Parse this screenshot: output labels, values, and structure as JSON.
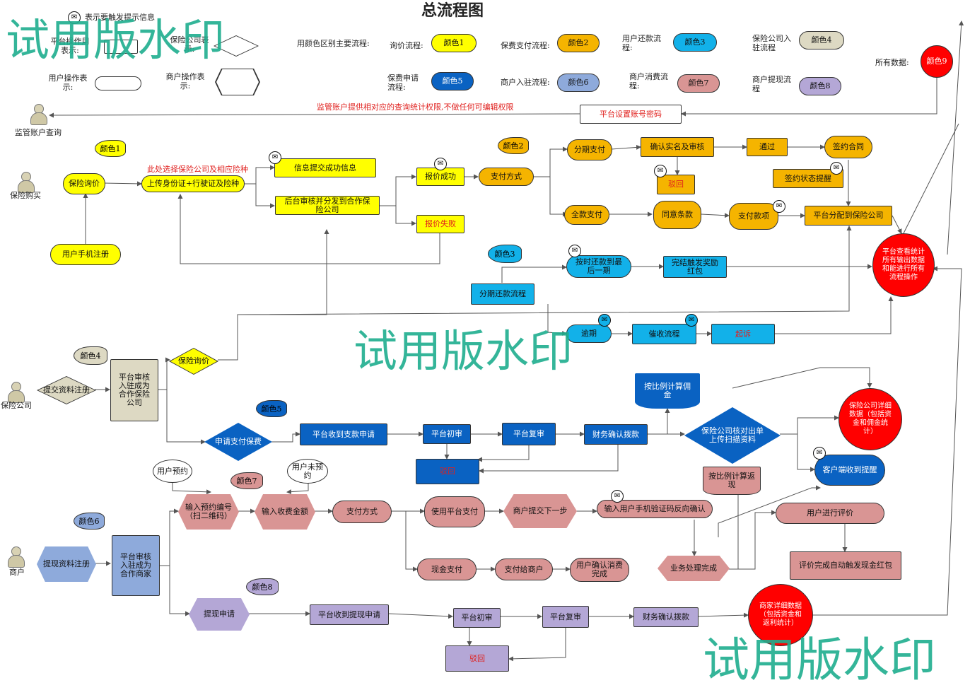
{
  "title": "总流程图",
  "watermark": "试用版水印",
  "legend": {
    "mail_note": "表示要触发提示信息",
    "platform_op": "平台操作用\n表示:",
    "insurer_op": "保险公司表\n示:",
    "user_op": "用户操作表\n示:",
    "merchant_op": "商户操作表\n示:",
    "color_intro": "用颜色区别主要流程:",
    "flows": [
      {
        "label": "询价流程:",
        "tag": "颜色1",
        "color": "#ffff00"
      },
      {
        "label": "保费支付流程:",
        "tag": "颜色2",
        "color": "#f5b400"
      },
      {
        "label": "用户还款流\n程:",
        "tag": "颜色3",
        "color": "#12b1e9"
      },
      {
        "label": "保险公司入\n驻流程",
        "tag": "颜色4",
        "color": "#ddd9c3"
      },
      {
        "label": "保费申请\n流程:",
        "tag": "颜色5",
        "color": "#0a62c2"
      },
      {
        "label": "商户入驻流程:",
        "tag": "颜色6",
        "color": "#8eaadb"
      },
      {
        "label": "商户消费流\n程:",
        "tag": "颜色7",
        "color": "#d99594"
      },
      {
        "label": "商户提现流\n程",
        "tag": "颜色8",
        "color": "#b4a7d6"
      }
    ],
    "all_data_label": "所有数据:",
    "all_data_tag": "颜色9",
    "all_data_color": "#ff0000"
  },
  "actors": {
    "supervisor": "监管账户查询",
    "insurance_buy": "保险购买",
    "insurer": "保险公司",
    "merchant": "商户"
  },
  "notes": {
    "supervisor_note": "监管账户提供相对应的查询统计权限,不做任何可编辑权限",
    "choose_note": "此处选择保险公司及相应险种"
  },
  "tags": {
    "c1": "颜色1",
    "c2": "颜色2",
    "c3": "颜色3",
    "c4": "颜色4",
    "c5": "颜色5",
    "c6": "颜色6",
    "c7": "颜色7",
    "c8": "颜色8"
  },
  "nodes": {
    "platform_account": "平台设置账号密码",
    "inquiry": "保险询价",
    "upload": "上传身份证+行驶证及险种",
    "phone_reg": "用户手机注册",
    "submit_ok": "信息提交成功信息",
    "backend_review": "后台审核并分发到合作保\n险公司",
    "quote_ok": "报价成功",
    "quote_fail": "报价失败",
    "pay_method": "支付方式",
    "installment": "分期支付",
    "full_pay": "全款支付",
    "verify": "确认实名及审核",
    "reject1": "驳回",
    "pass": "通过",
    "sign": "签约合同",
    "sign_notice": "签约状态提醒",
    "agree": "同意条款",
    "pay_money": "支付款项",
    "allocate": "平台分配到保险公司",
    "repay_flow": "分期还款流程",
    "ontime": "按时还款到最\n后一期",
    "reward": "完结触发奖励\n红包",
    "overdue": "逾期",
    "collect": "催收流程",
    "sue": "起诉",
    "platform_all": "平台查看统计\n所有输出数据\n和能进行所有\n流程操作",
    "insurer_reg": "提交资料注册",
    "insurer_audit": "平台审核\n入驻成为\n合作保险\n公司",
    "insurer_inquiry": "保险询价",
    "apply_premium": "申请支付保费",
    "receive_apply": "平台收到支款申请",
    "first_review": "平台初审",
    "second_review": "平台复审",
    "finance": "财务确认拨款",
    "reject2": "驳回",
    "ratio_calc": "按比例计算佣\n金",
    "insurer_check": "保险公司核对出单\n上传扫描资料",
    "insurer_detail": "保险公司详细\n数据（包括资\n金和佣金统\n计）",
    "client_notice": "客户端收到提醒",
    "ratio_return": "按比例计算返\n现",
    "user_book": "用户预约",
    "user_nobook": "用户未预\n约",
    "input_book": "输入预约编号\n（扫二维码）",
    "input_amount": "输入收费金额",
    "pay_method2": "支付方式",
    "platform_pay": "使用平台支付",
    "merchant_next": "商户提交下一步",
    "input_code": "输入用户手机验证码反向确认",
    "cash_pay": "现金支付",
    "pay_merchant": "支付给商户",
    "user_confirm": "用户确认消费\n完成",
    "business_done": "业务处理完成",
    "user_eval": "用户进行评价",
    "eval_reward": "评价完成自动触发现金红包",
    "merchant_reg": "提现资料注册",
    "merchant_audit": "平台审核\n入驻成为\n合作商家",
    "withdraw": "提现申请",
    "receive_withdraw": "平台收到提现申请",
    "first_review2": "平台初审",
    "second_review2": "平台复审",
    "finance2": "财务确认拨款",
    "reject3": "驳回",
    "merchant_detail": "商家详细数据\n（包括资金和\n返利统计）"
  }
}
